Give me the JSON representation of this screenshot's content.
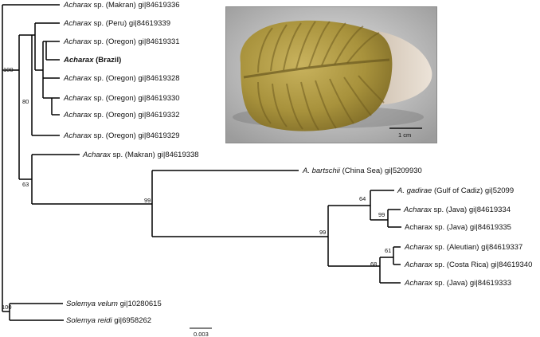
{
  "leaves": [
    {
      "italic": "Acharax",
      "rest": " sp. (Makran) gi|84619336"
    },
    {
      "italic": "Acharax",
      "rest": " sp. (Peru) gi|84619339"
    },
    {
      "italic": "Acharax",
      "rest": " sp. (Oregon) gi|84619331"
    },
    {
      "italic": "Acharax",
      "rest": " (Brazil)",
      "bold": true
    },
    {
      "italic": "Acharax",
      "rest": " sp. (Oregon) gi|84619328"
    },
    {
      "italic": "Acharax",
      "rest": " sp. (Oregon) gi|84619330"
    },
    {
      "italic": "Acharax",
      "rest": " sp. (Oregon) gi|84619332"
    },
    {
      "italic": "Acharax",
      "rest": " sp. (Oregon) gi|84619329"
    },
    {
      "italic": "Acharax",
      "rest": " sp. (Makran) gi|84619338"
    },
    {
      "italic": "A. bartschii",
      "rest": " (China Sea) gi|5209930"
    },
    {
      "italic": "A. gadirae",
      "rest": " (Gulf of Cadiz) gi|52099"
    },
    {
      "italic": "Acharax",
      "rest": " sp. (Java) gi|84619334"
    },
    {
      "italic": "",
      "rest": "Acharax sp. (Java) gi|84619335"
    },
    {
      "italic": "Acharax",
      "rest": " sp. (Aleutian) gi|84619337"
    },
    {
      "italic": "Acharax",
      "rest": " sp. (Costa Rica) gi|84619340"
    },
    {
      "italic": "Acharax",
      "rest": " sp. (Java) gi|84619333"
    },
    {
      "italic": "Solemya velum",
      "rest": " gi|10280615"
    },
    {
      "italic": "Solemya reidi",
      "rest": " gi|6958262"
    }
  ],
  "bootstrap": [
    "100",
    "80",
    "63",
    "99",
    "64",
    "99",
    "99",
    "61",
    "68",
    "100"
  ],
  "tree_scale_label": "0.003",
  "photo_scale_label": "1 cm"
}
